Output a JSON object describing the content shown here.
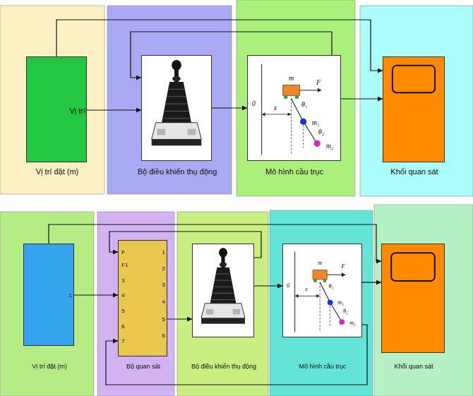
{
  "diagram": {
    "nodes": [
      {
        "text": [
          "Vị trí",
          "Vị trí đặt (m)"
        ]
      },
      {
        "text": [
          "Bộ điều khiển thụ động"
        ]
      },
      {
        "text": [
          "Mô hình cầu trục"
        ]
      },
      {
        "text": [
          "Khối quan sát"
        ]
      },
      {
        "text": [
          "1",
          "Vị trí đặt (m)"
        ]
      },
      {
        "text": [
          "F",
          "F1",
          "3",
          "4",
          "5",
          "6",
          "7",
          "1",
          "2",
          "3",
          "4",
          "5",
          "6",
          "Bộ quan sát"
        ]
      },
      {
        "text": [
          "Bộ điều khiển thụ động"
        ]
      },
      {
        "text": [
          "Mô hình cầu trục"
        ]
      },
      {
        "text": [
          "Khối quan sát"
        ]
      }
    ],
    "edges": [
      {
        "from": 0,
        "to": 1,
        "arrow": "to"
      },
      {
        "from": 1,
        "to": 2,
        "arrow": "to"
      },
      {
        "from": 2,
        "to": 3,
        "arrow": "to"
      },
      {
        "from": 2,
        "to": 1,
        "arrow": "to"
      },
      {
        "from": 0,
        "to": 3,
        "arrow": "to"
      },
      {
        "from": 4,
        "to": 5,
        "arrow": "to"
      },
      {
        "from": 5,
        "to": 6,
        "arrow": "to"
      },
      {
        "from": 6,
        "to": 7,
        "arrow": "to"
      },
      {
        "from": 7,
        "to": 5,
        "arrow": "to"
      },
      {
        "from": 7,
        "to": 8,
        "arrow": "to"
      },
      {
        "from": 4,
        "to": 8,
        "arrow": "to"
      },
      {
        "from": 6,
        "to": 5,
        "arrow": "to"
      }
    ],
    "labels": [
      "m",
      "F",
      "0",
      "x",
      "m₁",
      "m₂",
      "θ₁",
      "θ₂",
      "m",
      "F",
      "0",
      "x",
      "m₁",
      "m₂",
      "θ₁",
      "θ₂"
    ]
  }
}
